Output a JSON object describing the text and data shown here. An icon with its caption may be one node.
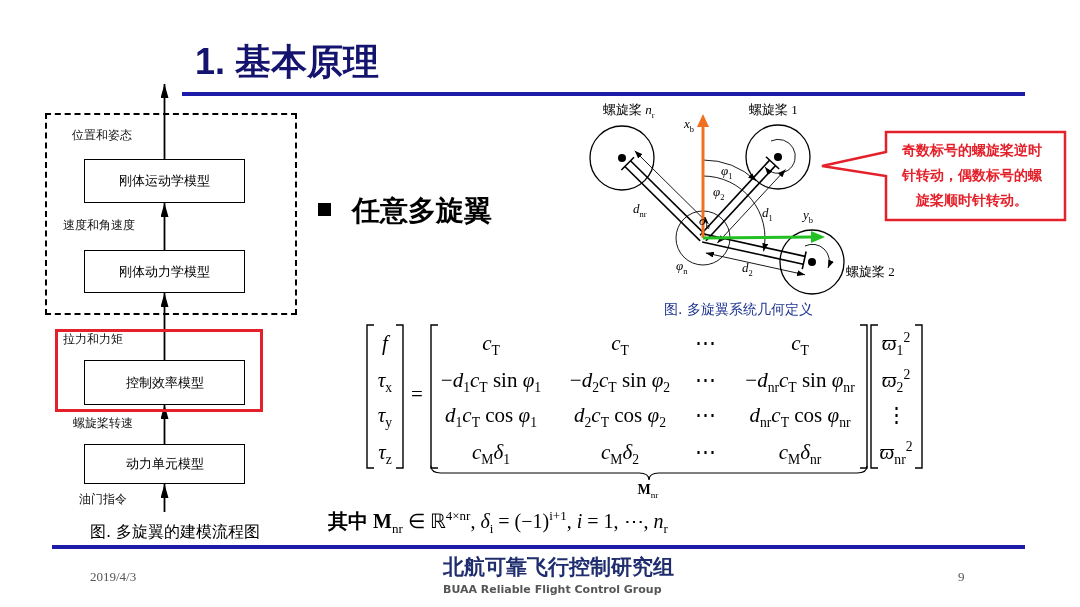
{
  "diagram": {
    "title": "1. 基本原理",
    "nodes": [
      {
        "text": [],
        "shape": "box"
      },
      {
        "text": [
          "刚体运动学模型"
        ],
        "in": 0
      },
      {
        "text": [
          "刚体动力学模型"
        ],
        "in": 0
      },
      {
        "text": [],
        "shape": "box"
      },
      {
        "text": [
          "控制效率模型"
        ],
        "in": 3
      },
      {
        "text": [
          "动力单元模型"
        ]
      },
      {
        "text": [
          "奇数标号的螺旋桨逆时针转动，偶数标号的螺旋桨顺时针转动。"
        ]
      }
    ],
    "edges": [
      {
        "from": 1,
        "to": null,
        "arrow": "to",
        "label": "位置和姿态"
      },
      {
        "from": 2,
        "to": 1,
        "arrow": "to",
        "label": "速度和角速度"
      },
      {
        "from": 4,
        "to": 2,
        "arrow": "to",
        "label": "拉力和力矩"
      },
      {
        "from": 5,
        "to": 4,
        "arrow": "to",
        "label": "螺旋桨转速"
      },
      {
        "from": null,
        "to": 5,
        "arrow": "to",
        "label": "油门指令"
      }
    ],
    "labels": [
      "螺旋桨 *n*$_{r}$",
      "螺旋桨 1",
      "*x*$_{b}$",
      "*φ*$_{1}$",
      "*φ*$_{2}$",
      "*d*$_{nr}$",
      "*o*$_{b}$",
      "*d*$_{1}$",
      "*y*$_{b}$",
      "*φ*$_{n}$",
      "*d*$_{2}$",
      "螺旋桨 2",
      "任意多旋翼",
      "图.  多旋翼系统几何定义",
      "*f*",
      "*τ*$_{x}$",
      "*τ*$_{y}$",
      "*τ*$_{z}$",
      "=",
      "*c*$_{T}$",
      "*c*$_{T}$",
      "⋯",
      "*c*$_{T}$",
      "−*d*$_{1}$*c*$_{T}$ sin *φ*$_{1}$",
      "−*d*$_{2}$*c*$_{T}$ sin *φ*$_{2}$",
      "⋯",
      "−*d*$_{nr}$*c*$_{T}$ sin *φ*$_{nr}$",
      "*d*$_{1}$*c*$_{T}$ cos *φ*$_{1}$",
      "*d*$_{2}$*c*$_{T}$ cos *φ*$_{2}$",
      "⋯",
      "*d*$_{nr}$*c*$_{T}$ cos *φ*$_{nr}$",
      "*c*$_{M}$*δ*$_{1}$",
      "*c*$_{M}$*δ*$_{2}$",
      "⋯",
      "*c*$_{M}$*δ*$_{nr}$",
      "*ϖ*$_{1}$$^{2}$",
      "*ϖ*$_{2}$$^{2}$",
      "⋮",
      "*ϖ*$_{nr}$$^{2}$",
      "**M**$_{nr}$",
      "**其中 M**$_{nr}$ ∈ ℝ$^{4×nr}$, *δ*$_{i}$ = (−1)$^{i+1}$, *i* = 1, ⋯, *n*$_{r}$",
      "图. 多旋翼的建模流程图",
      "2019/4/3",
      "北航可靠飞行控制研究组",
      "BUAA Reliable Flight Control Group",
      "9"
    ]
  }
}
